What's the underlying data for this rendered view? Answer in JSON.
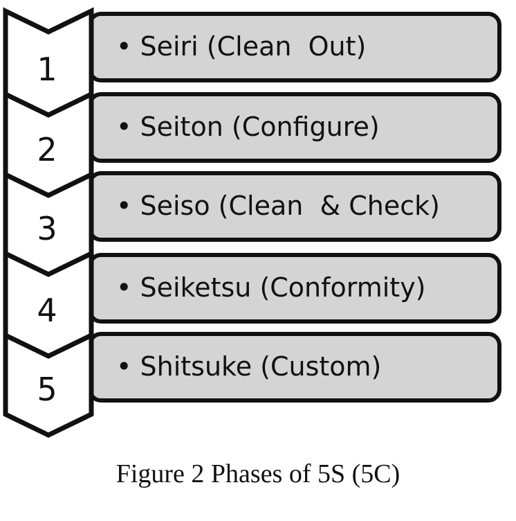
{
  "colors": {
    "bar_fill": "#d4d4d4",
    "outline": "#111111",
    "chevron_fill": "#ffffff"
  },
  "phases": [
    {
      "number": "1",
      "label": "• Seiri (Clean  Out)"
    },
    {
      "number": "2",
      "label": "• Seiton (Configure)"
    },
    {
      "number": "3",
      "label": "• Seiso (Clean  & Check)"
    },
    {
      "number": "4",
      "label": "• Seiketsu (Conformity)"
    },
    {
      "number": "5",
      "label": "• Shitsuke (Custom)"
    }
  ],
  "caption": "Figure 2 Phases of 5S (5C)"
}
